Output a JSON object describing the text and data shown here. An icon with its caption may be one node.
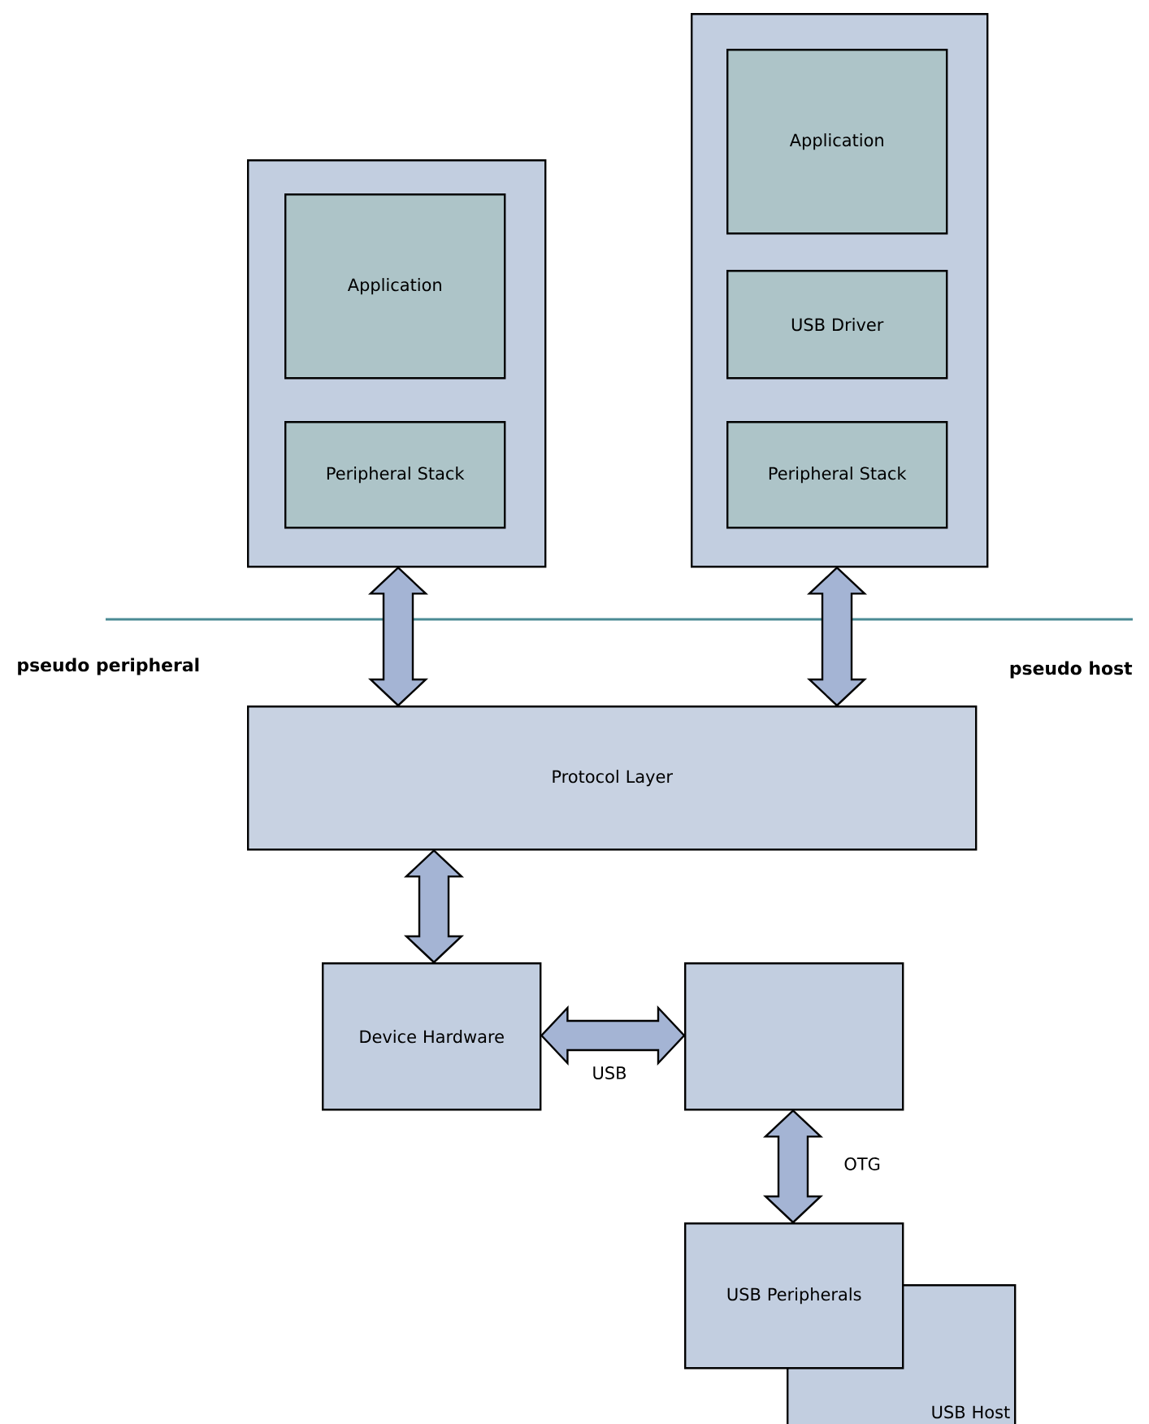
{
  "diagram": {
    "nodes": [
      {
        "text": [],
        "shape": "box"
      },
      {
        "text": [
          "Application"
        ],
        "in": 0
      },
      {
        "text": [
          "Peripheral Stack"
        ],
        "in": 0
      },
      {
        "text": [],
        "shape": "box"
      },
      {
        "text": [
          "Application"
        ],
        "in": 3
      },
      {
        "text": [
          "USB Driver"
        ],
        "in": 3
      },
      {
        "text": [
          "Peripheral Stack"
        ],
        "in": 3
      },
      {
        "text": [
          "Protocol Layer"
        ]
      },
      {
        "text": [
          "Device Hardware"
        ]
      },
      {
        "text": [],
        "shape": "box"
      },
      {
        "text": [
          "USB Peripherals"
        ]
      },
      {
        "text": [
          "USB Host"
        ]
      }
    ],
    "edges": [
      {
        "from": 0,
        "to": 7,
        "arrow": "both"
      },
      {
        "from": 3,
        "to": 7,
        "arrow": "both"
      },
      {
        "from": 7,
        "to": 8,
        "arrow": "both"
      },
      {
        "from": 8,
        "to": 9,
        "arrow": "both",
        "label": "USB"
      },
      {
        "from": 9,
        "to": 10,
        "arrow": "both",
        "label": "OTG"
      }
    ],
    "labels": [
      "pseudo peripheral",
      "pseudo host"
    ]
  }
}
